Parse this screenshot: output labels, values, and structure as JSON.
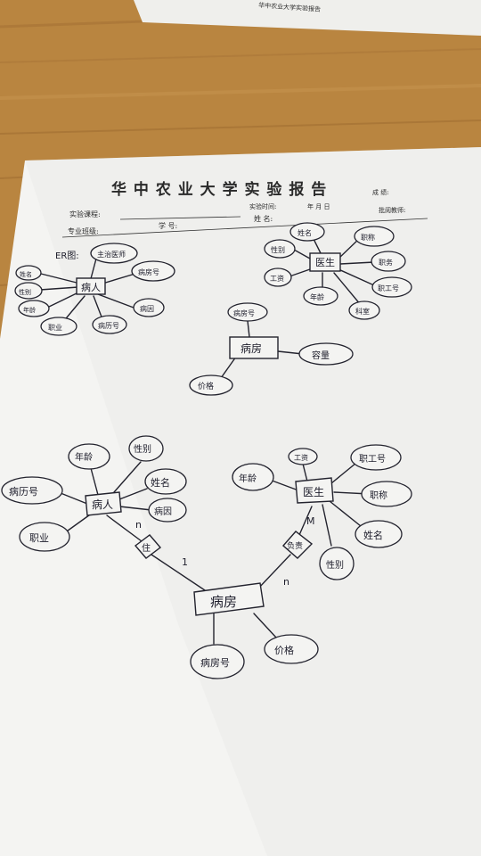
{
  "header": {
    "title": "华 中 农 业 大 学 实 验 报 告",
    "course": "实验课程:",
    "time": "实验时间:",
    "ymd": "年    月    日",
    "score": "成  绩:",
    "major": "专业班级:",
    "student_id": "学  号:",
    "name": "姓  名:",
    "reviewer": "批阅教师:"
  },
  "top_paper_text": "华中农业大学实验报告",
  "diagram": {
    "er_label": "ER图:",
    "top": {
      "patient": {
        "entity": "病人",
        "attrs": [
          "主治医师",
          "病房号",
          "病因",
          "病历号",
          "职业",
          "年龄",
          "性别",
          "姓名"
        ]
      },
      "doctor": {
        "entity": "医生",
        "attrs": [
          "姓名",
          "职称",
          "职务",
          "职工号",
          "科室",
          "年龄",
          "工资",
          "性别"
        ]
      },
      "ward": {
        "entity": "病房",
        "attrs": [
          "病房号",
          "容量",
          "价格"
        ]
      }
    },
    "bottom": {
      "patient": {
        "entity": "病人",
        "attrs": [
          "年龄",
          "性别",
          "姓名",
          "病因",
          "病历号",
          "职业"
        ]
      },
      "doctor": {
        "entity": "医生",
        "attrs": [
          "工资",
          "职工号",
          "职称",
          "姓名",
          "性别",
          "年龄"
        ]
      },
      "ward": {
        "entity": "病房",
        "attrs": [
          "病房号",
          "价格"
        ]
      },
      "rel_live": {
        "label": "住",
        "card_a": "n",
        "card_b": "1"
      },
      "rel_resp": {
        "label": "负责",
        "card_a": "M",
        "card_b": "n"
      }
    }
  }
}
